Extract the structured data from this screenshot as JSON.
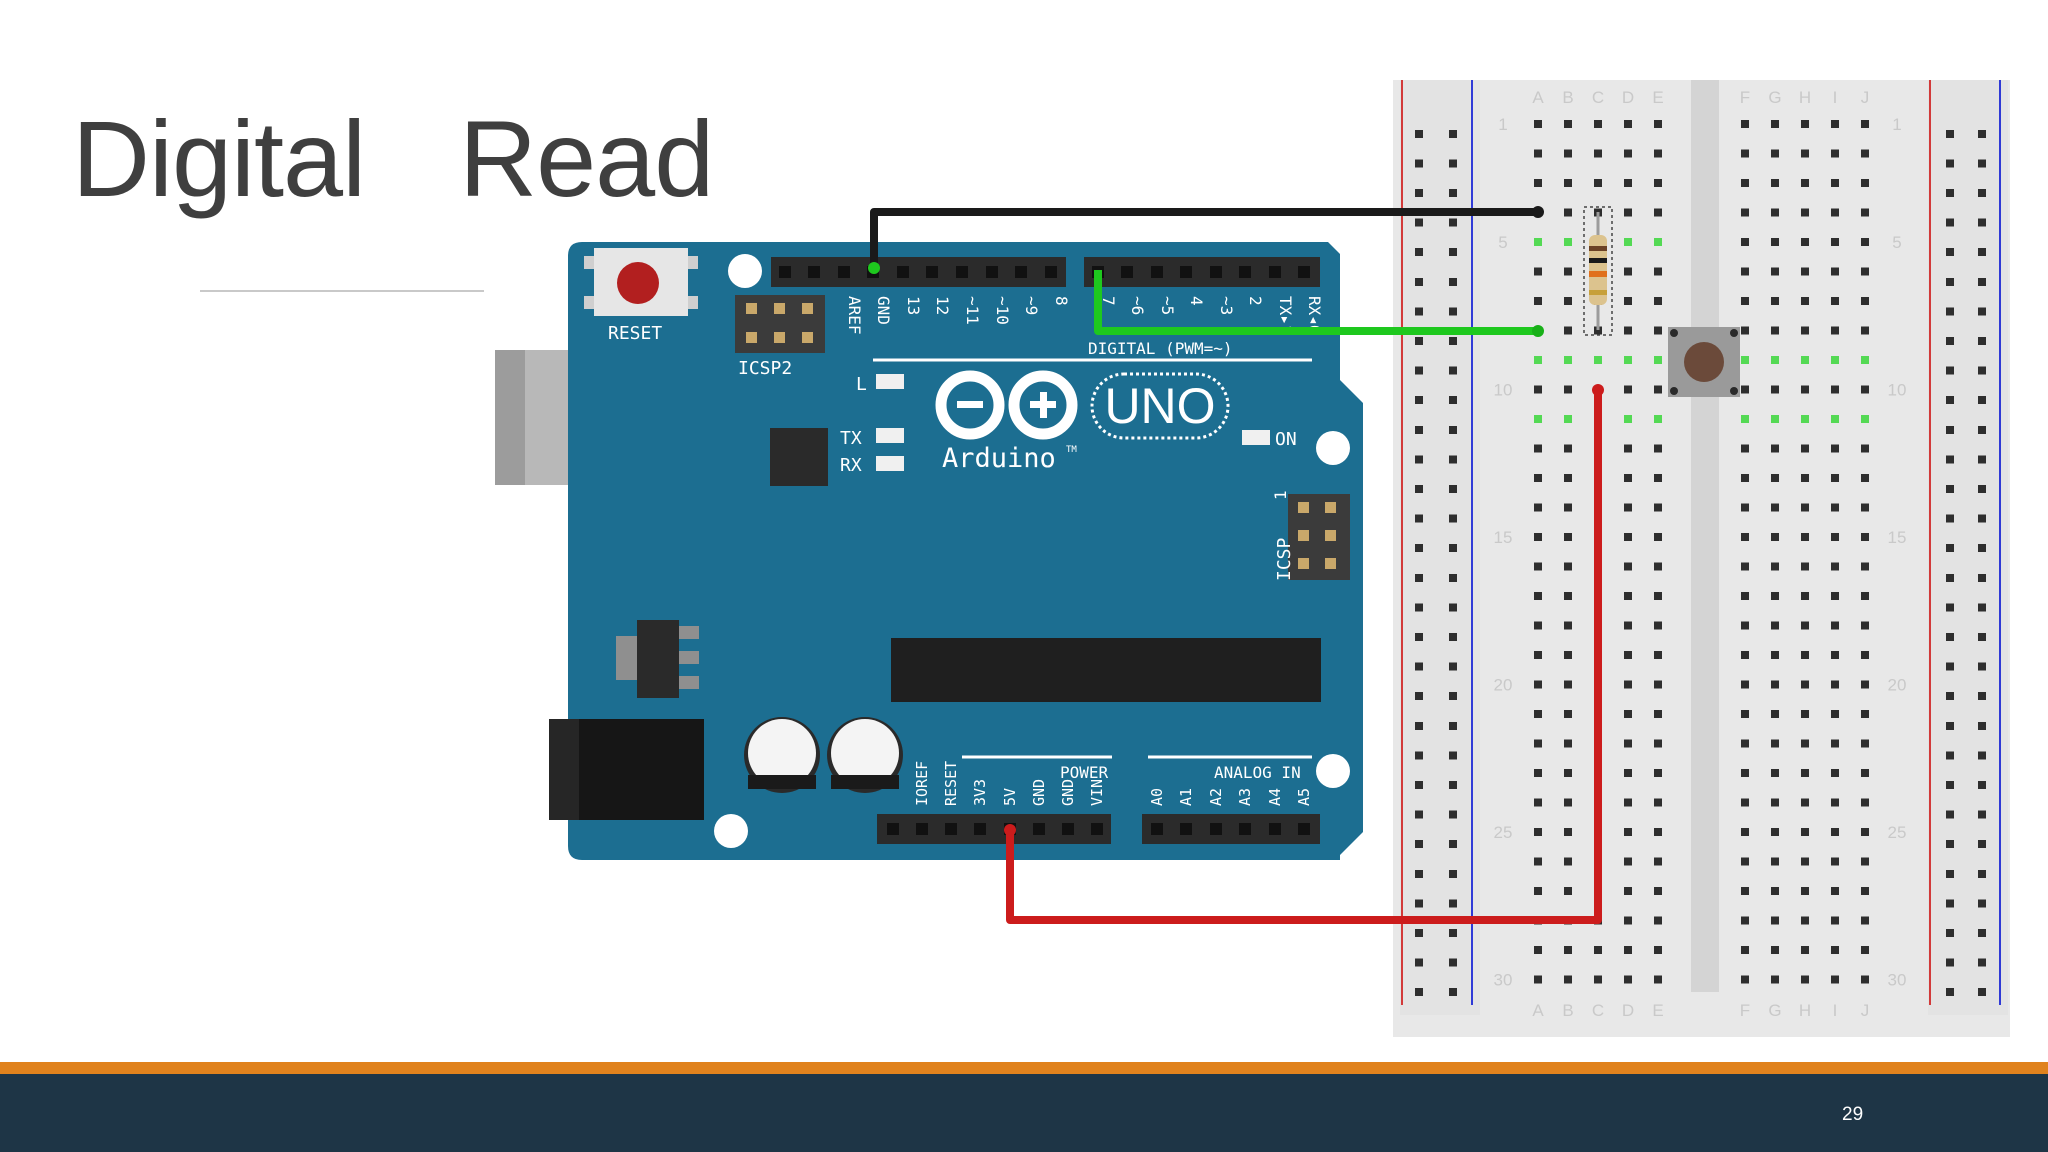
{
  "slide": {
    "title": "Digital  Read",
    "page_number": "29"
  },
  "colors": {
    "board": "#1c6e91",
    "accent_bar": "#e0821d",
    "footer": "#1e3546",
    "wire_gnd": "#1a1a1a",
    "wire_signal": "#1ec81e",
    "wire_5v": "#cc1c1c"
  },
  "arduino": {
    "reset_label": "RESET",
    "icsp2_label": "ICSP2",
    "icsp_label": "ICSP",
    "icsp_pin1": "1",
    "led_l_label": "L",
    "tx_label": "TX",
    "rx_label": "RX",
    "on_label": "ON",
    "brand": "Arduino",
    "tm": "TM",
    "model": "UNO",
    "digital_label": "DIGITAL (PWM=~)",
    "power_label": "POWER",
    "analog_label": "ANALOG IN",
    "top_pins_left": [
      "AREF",
      "GND",
      "13",
      "12",
      "~11",
      "~10",
      "~9",
      "8"
    ],
    "top_pins_right": [
      "7",
      "~6",
      "~5",
      "4",
      "~3",
      "2",
      "TX▸1",
      "RX◂0"
    ],
    "power_pins": [
      "IOREF",
      "RESET",
      "3V3",
      "5V",
      "GND",
      "GND",
      "VIN"
    ],
    "analog_pins": [
      "A0",
      "A1",
      "A2",
      "A3",
      "A4",
      "A5"
    ]
  },
  "breadboard": {
    "columns_left": [
      "A",
      "B",
      "C",
      "D",
      "E"
    ],
    "columns_right": [
      "F",
      "G",
      "H",
      "I",
      "J"
    ],
    "row_labels": [
      "1",
      "5",
      "10",
      "15",
      "20",
      "25",
      "30"
    ]
  }
}
